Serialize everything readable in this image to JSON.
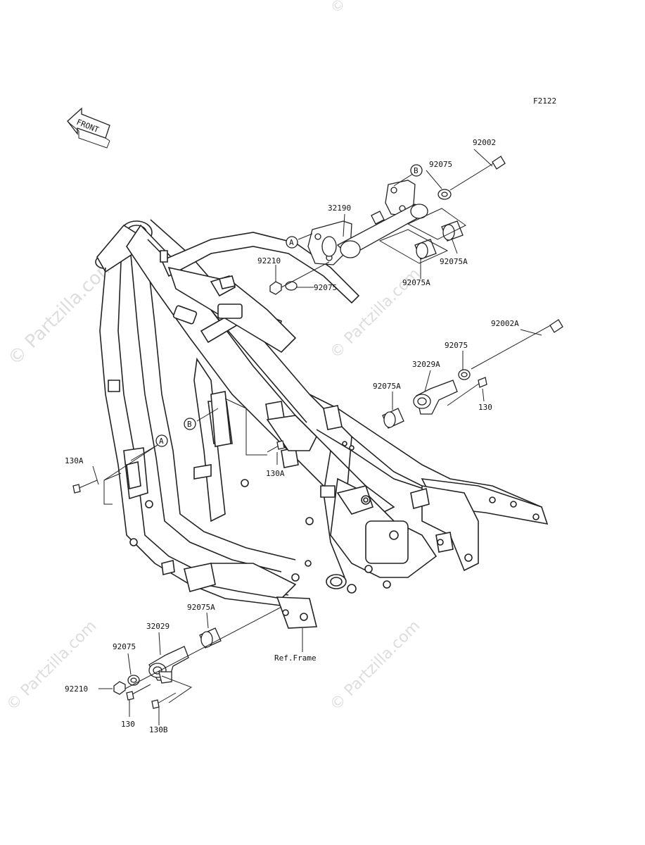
{
  "diagram_code": "F2122",
  "front_label": "FRONT",
  "watermark": "© Partzilla.com",
  "ref_frame": "Ref.Frame",
  "callouts": {
    "a": "A",
    "b": "B"
  },
  "parts": {
    "p92002": "92002",
    "p92075_top": "92075",
    "p32190": "32190",
    "p92210_top": "92210",
    "p92075_mid": "92075",
    "p92075A_right": "92075A",
    "p92075A_mid": "92075A",
    "p92002A": "92002A",
    "p92075_r2": "92075",
    "p32029A": "32029A",
    "p92075A_r2": "92075A",
    "p130_r2": "130",
    "p130A_left": "130A",
    "p130A_mid": "130A",
    "p92075A_bot": "92075A",
    "p32029": "32029",
    "p92075_bot": "92075",
    "p92210_bot": "92210",
    "p130_bot": "130",
    "p130B": "130B"
  }
}
